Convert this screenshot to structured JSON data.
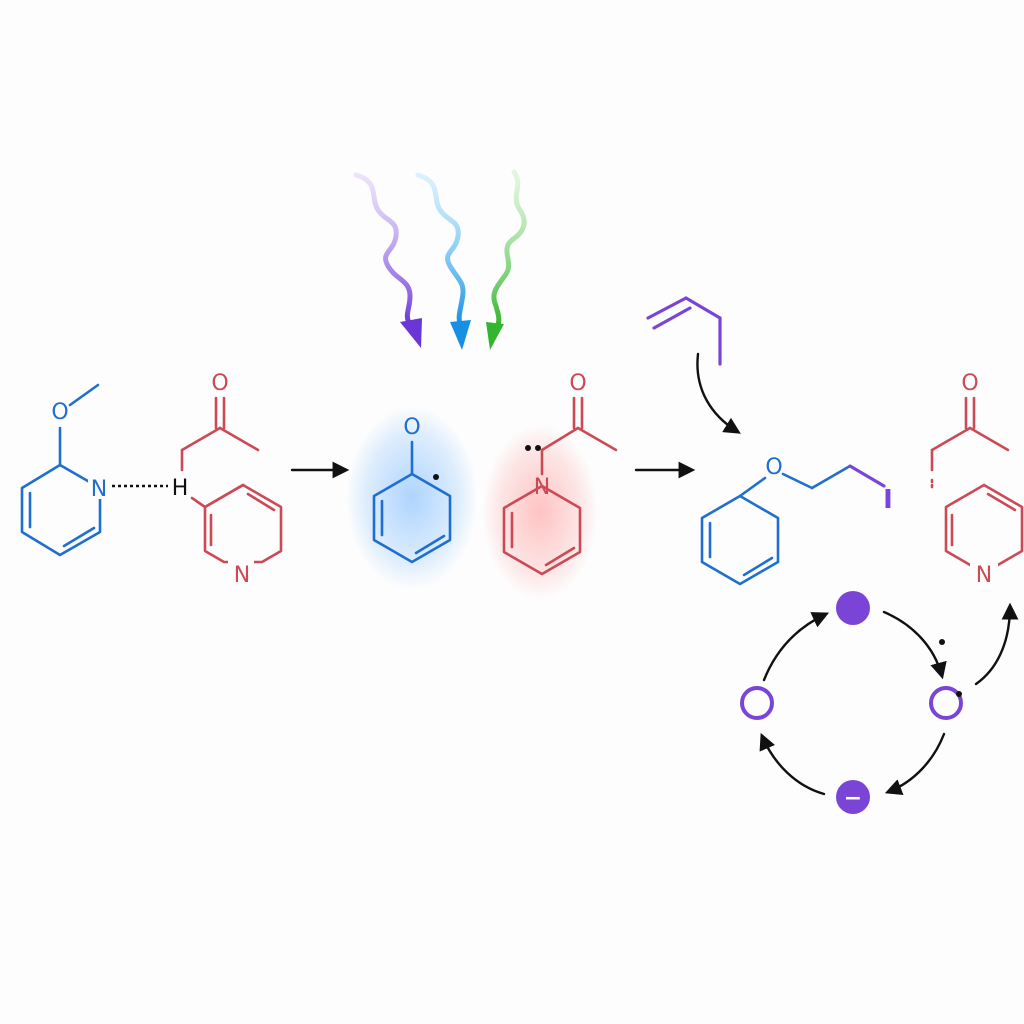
{
  "colors": {
    "blue": "#1f6fd1",
    "red": "#cc4a55",
    "purple": "#7a45d6",
    "cyan": "#1ca3e6",
    "green": "#3dbb3a",
    "black": "#111111"
  },
  "labels": {
    "methoxy_o": "O",
    "pyridine_n_left": "N",
    "hbond_h": "H",
    "ketone_o_left": "O",
    "pyridine_n_left_red": "N",
    "phenoxy_o": "O",
    "ketone_o_mid": "O",
    "pyridinium_n": "N",
    "ether_o": "O",
    "iodide_i": "I",
    "ketone_o_right": "O",
    "pyridine_n_right": "N",
    "catalyst_anion": "−"
  },
  "light_rays": [
    "violet",
    "blue",
    "green"
  ]
}
